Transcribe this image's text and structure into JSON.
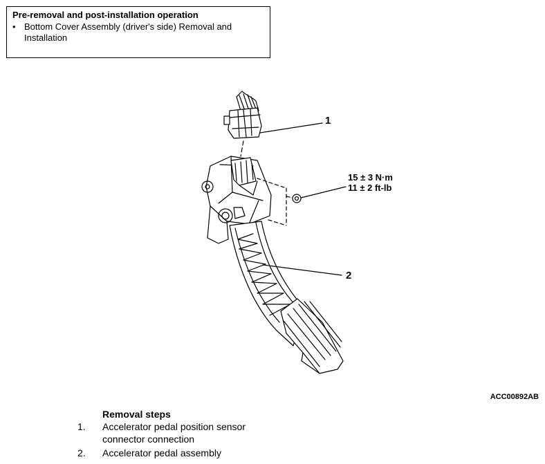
{
  "note": {
    "title": "Pre-removal and post-installation operation",
    "items": [
      {
        "bullet": "•",
        "text": "Bottom Cover Assembly (driver's side) Removal and Installation"
      }
    ]
  },
  "figure": {
    "callouts": [
      "1",
      "2"
    ],
    "torque": {
      "metric": "15 ± 3 N·m",
      "imperial": "11 ± 2 ft-lb"
    },
    "figure_id": "ACC00892AB"
  },
  "removal": {
    "title": "Removal steps",
    "steps": [
      {
        "num": "1.",
        "text": "Accelerator pedal position sensor connector connection"
      },
      {
        "num": "2.",
        "text": "Accelerator pedal assembly"
      }
    ]
  }
}
